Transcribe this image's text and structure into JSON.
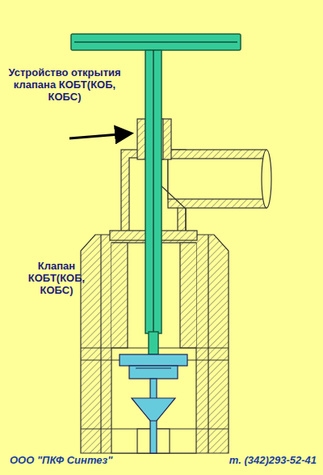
{
  "diagram": {
    "labels": [
      "Устройство открытия клапана КОБТ(КОБ, КОБС)",
      "Клапан КОБТ(КОБ, КОБС)",
      "ООО \"ПКФ Синтез\"",
      "т. (342)293-52-41"
    ]
  }
}
